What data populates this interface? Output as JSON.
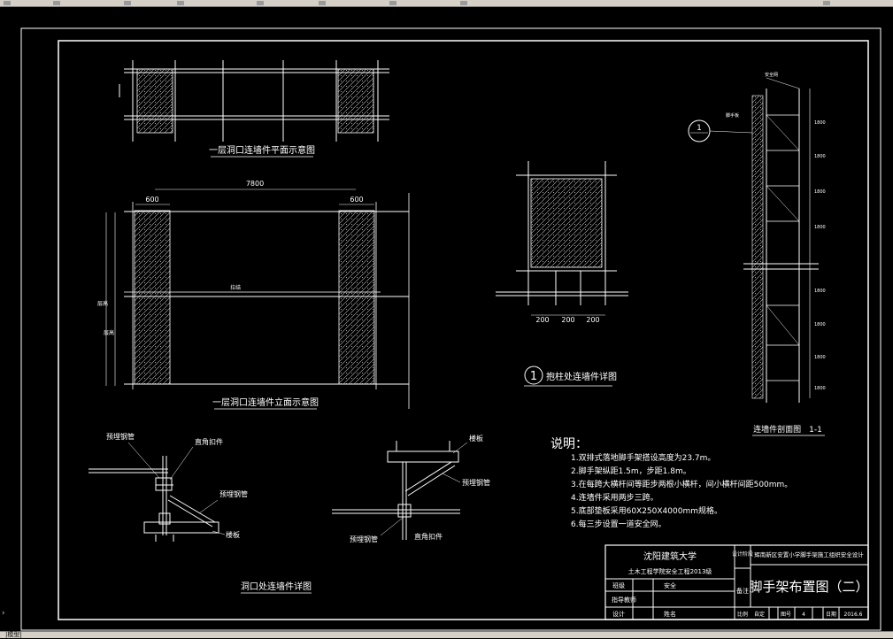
{
  "window": {
    "status_text": "|模型|"
  },
  "drawing": {
    "top_plan_title": "一层洞口连墙件平面示意图",
    "elev_title": "一层洞口连墙件立面示意图",
    "elev_dim_total": "7800",
    "elev_dim_left": "600",
    "elev_dim_right": "600",
    "elev_mid_label": "拉结",
    "elev_side_dim_1": "层高",
    "elev_side_dim_2": "层高",
    "column_detail_title": "抱柱处连墙件详图",
    "column_detail_number": "1",
    "column_dims": [
      "200",
      "200",
      "200"
    ],
    "section_title": "连墙件剖面图　1-1",
    "section_marker": "1",
    "section_top_label": "安全网",
    "section_side_label": "脚手板",
    "section_dims": [
      "1800",
      "1800",
      "1800",
      "1800",
      "1800",
      "1800",
      "1800",
      "1800"
    ],
    "opening_detail_title": "洞口处连墙件详图",
    "left_detail_labels": [
      "预埋钢管",
      "直角扣件",
      "预埋钢管",
      "楼板"
    ],
    "right_detail_labels": [
      "楼板",
      "预埋钢管",
      "预埋钢管",
      "直角扣件"
    ],
    "notes_heading": "说明：",
    "notes": [
      "1.双排式落地脚手架搭设高度为23.7m。",
      "2.脚手架纵距1.5m，步距1.8m。",
      "3.在每跨大横杆间等距步两根小横杆，间小横杆间距500mm。",
      "4.连墙件采用两步三跨。",
      "5.底部垫板采用60X250X4000mm规格。",
      "6.每三步设置一道安全网。"
    ]
  },
  "title_block": {
    "university": "沈阳建筑大学",
    "department": "土木工程学院安全工程2013级",
    "project": "辉南新区安置小学脚手架施工组织安全设计",
    "drawing_name": "脚手架布置图（二）",
    "row1_label": "班级",
    "row1_value": "安全",
    "row2_label": "指导教师",
    "row3_label": "设计",
    "row3_value": "姓名",
    "design_stage": "设计阶段",
    "remark": "备注",
    "scale_label": "比例",
    "scale_value": "自定",
    "sheet_label": "图号",
    "sheet_value": "4",
    "date_label": "日期",
    "date_value": "2016.6"
  },
  "colors": {
    "background": "#000000",
    "lines": "#ffffff",
    "frame": "#ffffff"
  }
}
